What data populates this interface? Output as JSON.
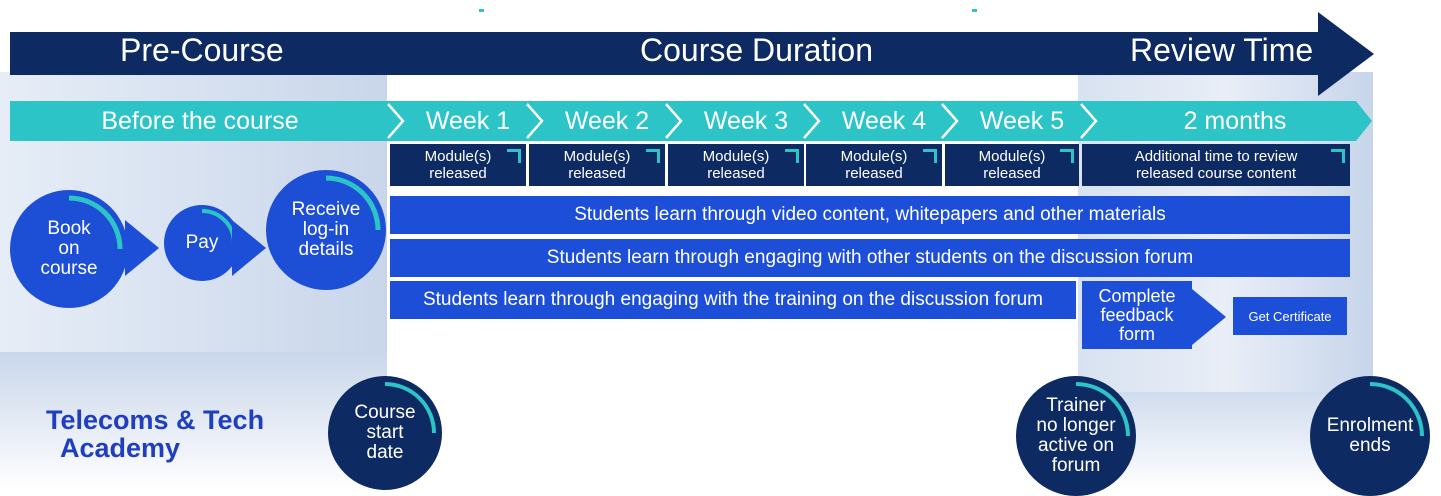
{
  "colors": {
    "navy": "#0e2a63",
    "teal": "#2cc4c6",
    "blue": "#1d4ed8",
    "white": "#ffffff",
    "logo": "#1f3fbf"
  },
  "phases": {
    "pre_course": "Pre-Course",
    "course_duration": "Course Duration",
    "review_time": "Review Time"
  },
  "timeline": {
    "before": "Before the course",
    "weeks": [
      "Week 1",
      "Week 2",
      "Week 3",
      "Week 4",
      "Week 5"
    ],
    "review": "2 months"
  },
  "modules": {
    "line1": "Module(s)",
    "line2": "released",
    "review_line1": "Additional time to review",
    "review_line2": "released course content"
  },
  "bars": {
    "video": "Students learn through video content, whitepapers and other materials",
    "students_forum": "Students learn through engaging with other students on the discussion forum",
    "trainer_forum": "Students learn through engaging with the training on the discussion forum"
  },
  "steps": {
    "book": [
      "Book",
      "on",
      "course"
    ],
    "pay": "Pay",
    "receive": [
      "Receive",
      "log-in",
      "details"
    ],
    "feedback": [
      "Complete",
      "feedback",
      "form"
    ],
    "certificate": "Get Certificate"
  },
  "milestones": {
    "start": [
      "Course",
      "start",
      "date"
    ],
    "trainer": [
      "Trainer",
      "no longer",
      "active on",
      "forum"
    ],
    "enrolment": [
      "Enrolment",
      "ends"
    ]
  },
  "logo": {
    "line1": "Telecoms & Tech",
    "line2": "Academy"
  }
}
